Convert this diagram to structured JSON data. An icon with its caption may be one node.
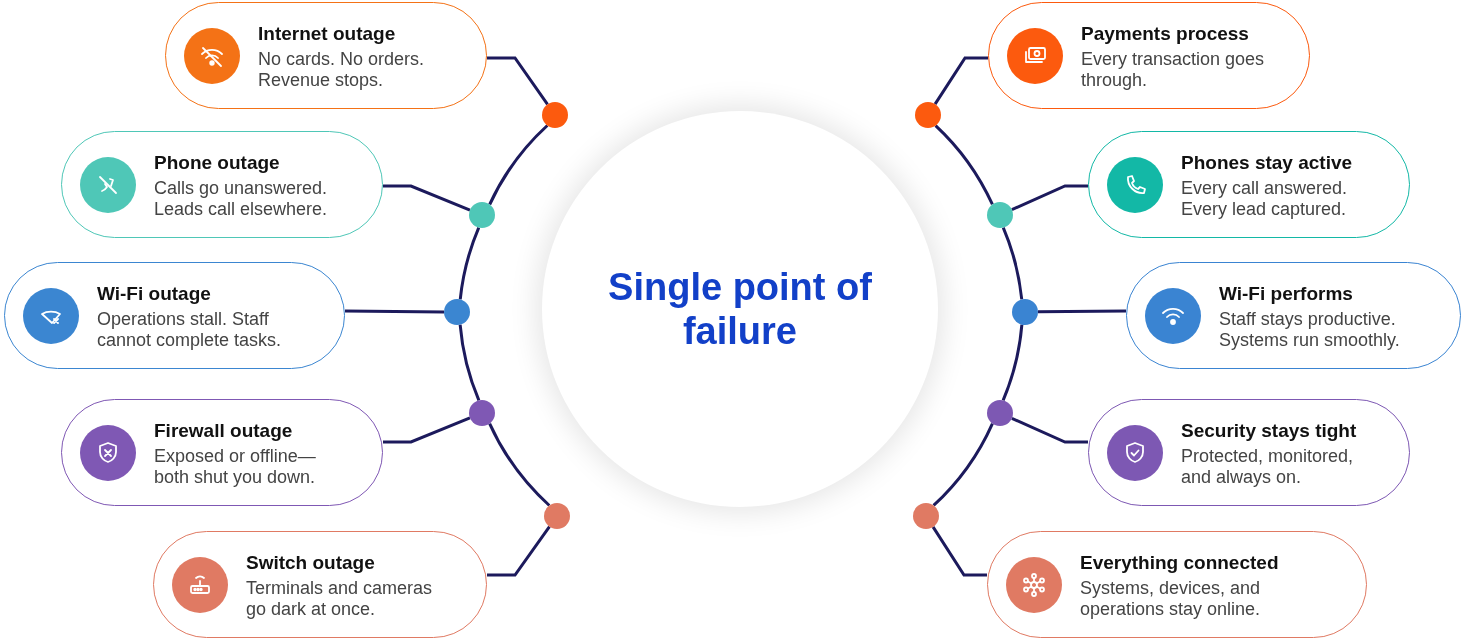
{
  "diagram": {
    "nodes": [
      {
        "text": [
          "Single point of failure"
        ]
      },
      {
        "text": [
          "Internet outage",
          "No cards. No orders. Revenue stops."
        ]
      },
      {
        "text": [
          "Phone outage",
          "Calls go unanswered. Leads call elsewhere."
        ]
      },
      {
        "text": [
          "Wi-Fi outage",
          "Operations stall. Staff cannot complete tasks."
        ]
      },
      {
        "text": [
          "Firewall outage",
          "Exposed or offline—both shut you down."
        ]
      },
      {
        "text": [
          "Switch outage",
          "Terminals and cameras go dark at once."
        ]
      },
      {
        "text": [
          "Payments process",
          "Every transaction goes through."
        ]
      },
      {
        "text": [
          "Phones stay active",
          "Every call answered. Every lead captured."
        ]
      },
      {
        "text": [
          "Wi-Fi performs",
          "Staff stays productive. Systems run smoothly."
        ]
      },
      {
        "text": [
          "Security stays tight",
          "Protected, monitored, and always on."
        ]
      },
      {
        "text": [
          "Everything connected",
          "Systems, devices, and operations stay online."
        ]
      },
      {
        "text": [],
        "shape": "circle"
      },
      {
        "text": [],
        "shape": "circle"
      },
      {
        "text": [],
        "shape": "circle"
      },
      {
        "text": [],
        "shape": "circle"
      },
      {
        "text": [],
        "shape": "circle"
      },
      {
        "text": [],
        "shape": "circle"
      },
      {
        "text": [],
        "shape": "circle"
      },
      {
        "text": [],
        "shape": "circle"
      },
      {
        "text": [],
        "shape": "circle"
      },
      {
        "text": [],
        "shape": "circle"
      }
    ],
    "edges": [
      {
        "from": 1,
        "to": 11,
        "arrow": "none"
      },
      {
        "from": 2,
        "to": 12,
        "arrow": "none"
      },
      {
        "from": 3,
        "to": 13,
        "arrow": "none"
      },
      {
        "from": 4,
        "to": 14,
        "arrow": "none"
      },
      {
        "from": 5,
        "to": 15,
        "arrow": "none"
      },
      {
        "from": 6,
        "to": 16,
        "arrow": "none"
      },
      {
        "from": 7,
        "to": 17,
        "arrow": "none"
      },
      {
        "from": 8,
        "to": 18,
        "arrow": "none"
      },
      {
        "from": 9,
        "to": 19,
        "arrow": "none"
      },
      {
        "from": 10,
        "to": 20,
        "arrow": "none"
      },
      {
        "from": 11,
        "to": 12,
        "arrow": "none"
      },
      {
        "from": 12,
        "to": 13,
        "arrow": "none"
      },
      {
        "from": 13,
        "to": 14,
        "arrow": "none"
      },
      {
        "from": 14,
        "to": 15,
        "arrow": "none"
      },
      {
        "from": 16,
        "to": 17,
        "arrow": "none"
      },
      {
        "from": 17,
        "to": 18,
        "arrow": "none"
      },
      {
        "from": 18,
        "to": 19,
        "arrow": "none"
      },
      {
        "from": 19,
        "to": 20,
        "arrow": "none"
      }
    ]
  }
}
